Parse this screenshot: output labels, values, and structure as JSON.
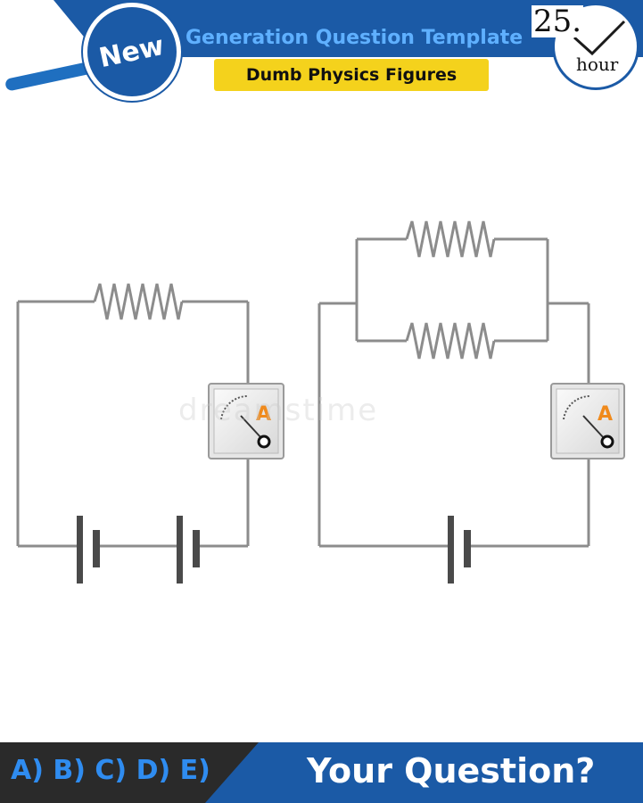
{
  "header": {
    "badge_label": "New",
    "title": "Generation Question Template",
    "subtitle": "Dumb Physics Figures"
  },
  "clock": {
    "number": "25.",
    "unit": "hour"
  },
  "diagram": {
    "left_circuit": {
      "resistors": 1,
      "batteries": 2,
      "ammeter_label": "A"
    },
    "right_circuit": {
      "resistors": 2,
      "resistor_arrangement": "parallel",
      "batteries": 1,
      "ammeter_label": "A"
    },
    "watermark": "dreamstime"
  },
  "footer": {
    "options": "A) B) C) D) E)",
    "question": "Your Question?"
  },
  "colors": {
    "brand_blue": "#1b5aa6",
    "title_blue": "#5fb0ff",
    "highlight_yellow": "#f4d21c",
    "ammeter_orange": "#f08a1c",
    "wire_gray": "#8c8c8c",
    "footer_dark": "#2a2a2a"
  },
  "icons": [
    "magnifier-icon",
    "clock-icon",
    "checkmark-icon",
    "resistor-icon",
    "battery-icon",
    "ammeter-icon"
  ]
}
